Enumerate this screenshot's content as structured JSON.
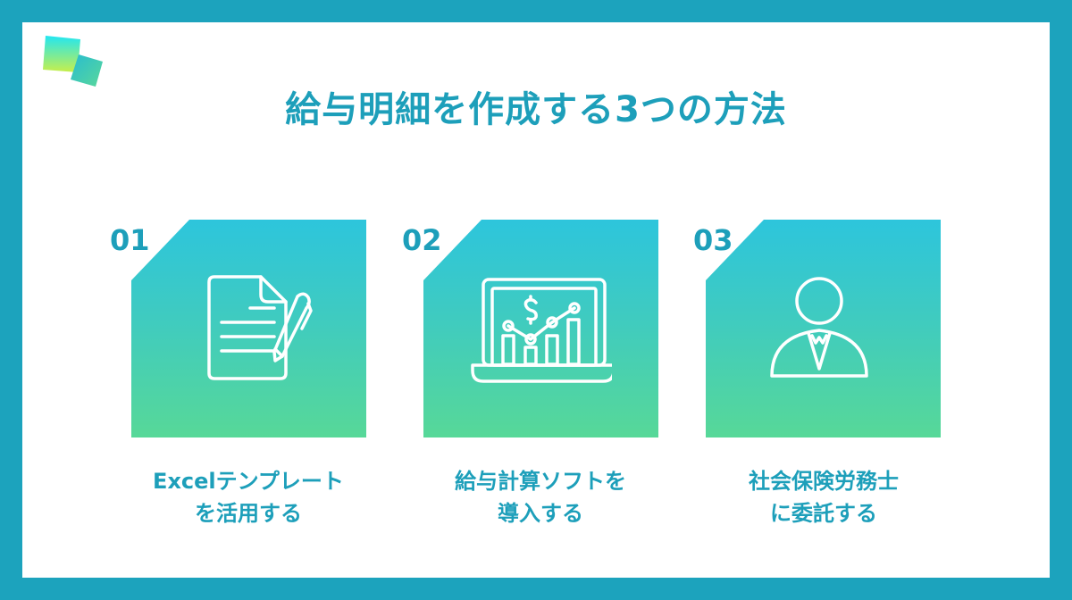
{
  "title": "給与明細を作成する3つの方法",
  "colors": {
    "frame": "#1ca3bd",
    "accent_text": "#1d9fba",
    "gradient_top": "#2dc5dc",
    "gradient_bottom": "#57d898"
  },
  "cards": [
    {
      "number": "01",
      "icon": "document-pen-icon",
      "label_line1": "Excelテンプレート",
      "label_line2": "を活用する"
    },
    {
      "number": "02",
      "icon": "laptop-chart-dollar-icon",
      "label_line1": "給与計算ソフトを",
      "label_line2": "導入する"
    },
    {
      "number": "03",
      "icon": "person-tie-icon",
      "label_line1": "社会保険労務士",
      "label_line2": "に委託する"
    }
  ]
}
